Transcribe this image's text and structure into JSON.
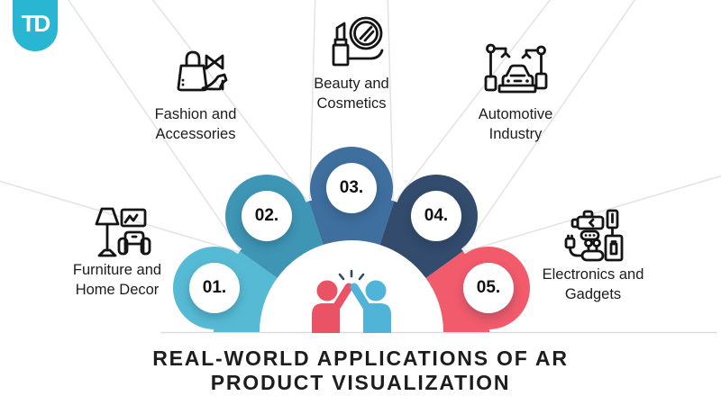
{
  "logo": {
    "text": "TD",
    "color": "#29b6d2"
  },
  "title": {
    "line1": "REAL-WORLD APPLICATIONS OF AR",
    "line2": "PRODUCT VISUALIZATION"
  },
  "steps": [
    {
      "number": "01.",
      "label_line1": "Furniture and",
      "label_line2": "Home Decor",
      "color": "#57bad4",
      "icon": "furniture-home-decor-icon"
    },
    {
      "number": "02.",
      "label_line1": "Fashion and",
      "label_line2": "Accessories",
      "color": "#3e96b4",
      "icon": "fashion-accessories-icon"
    },
    {
      "number": "03.",
      "label_line1": "Beauty and",
      "label_line2": "Cosmetics",
      "color": "#3f6f9e",
      "icon": "beauty-cosmetics-icon"
    },
    {
      "number": "04.",
      "label_line1": "Automotive",
      "label_line2": "Industry",
      "color": "#334b6c",
      "icon": "automotive-industry-icon"
    },
    {
      "number": "05.",
      "label_line1": "Electronics and",
      "label_line2": "Gadgets",
      "color": "#f15b6c",
      "icon": "electronics-gadgets-icon"
    }
  ],
  "center_figures": {
    "left_person_color": "#ea5365",
    "right_person_color": "#4fb4d8",
    "spark_color": "#2e4a66"
  },
  "colors": {
    "background": "#ffffff",
    "text": "#1d1d1f",
    "icon_stroke": "#141414",
    "beam_edge": "#e4e4e4",
    "baseline": "#dcdcdc"
  }
}
